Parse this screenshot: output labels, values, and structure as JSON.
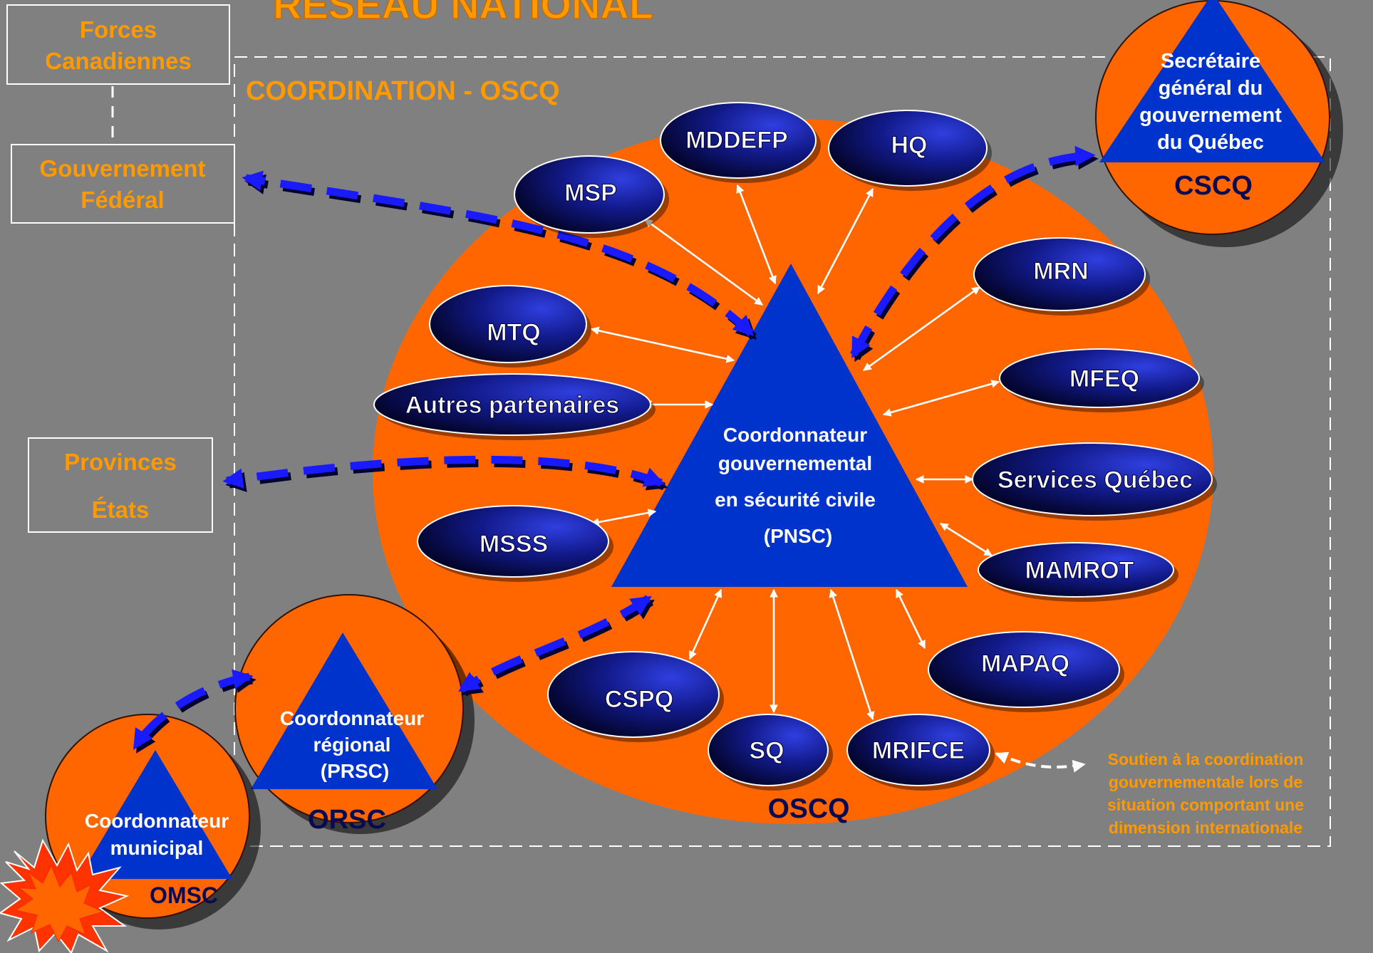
{
  "title": "RÉSEAU NATIONAL",
  "coordination_label": "COORDINATION - OSCQ",
  "colors": {
    "background": "#808080",
    "orange": "#ff6600",
    "blue": "#0033cc",
    "navy": "#000066",
    "label_orange": "#ff9900",
    "arrow_blue": "#1a1aff",
    "dark_navy_text": "#0a0a50"
  },
  "external_boxes": {
    "forces_canadiennes": [
      "Forces",
      "Canadiennes"
    ],
    "gouvernement_federal": [
      "Gouvernement",
      "Fédéral"
    ],
    "provinces_etats": [
      "Provinces",
      "États"
    ]
  },
  "central": {
    "lines": [
      "Coordonnateur",
      "gouvernemental",
      "en sécurité civile",
      "(PNSC)"
    ],
    "circle_label": "OSCQ"
  },
  "cscq": {
    "lines": [
      "Secrétaire",
      "général du",
      "gouvernement",
      "du Québec"
    ],
    "label": "CSCQ"
  },
  "orsc": {
    "lines": [
      "Coordonnateur",
      "régional",
      "(PRSC)"
    ],
    "label": "ORSC"
  },
  "omsc": {
    "lines": [
      "Coordonnateur",
      "municipal"
    ],
    "label": "OMSC"
  },
  "partners": {
    "mddefp": "MDDEFP",
    "hq": "HQ",
    "msp": "MSP",
    "mrn": "MRN",
    "mtq": "MTQ",
    "mfeq": "MFEQ",
    "autres": "Autres partenaires",
    "services_quebec": "Services Québec",
    "msss": "MSSS",
    "mamrot": "MAMROT",
    "mapaq": "MAPAQ",
    "cspq": "CSPQ",
    "sq": "SQ",
    "mrifce": "MRIFCE"
  },
  "note_lines": [
    "Soutien à la coordination",
    "gouvernementale lors de",
    "situation comportant une",
    "dimension internationale"
  ],
  "icons": {
    "explosion": "explosion-icon"
  }
}
